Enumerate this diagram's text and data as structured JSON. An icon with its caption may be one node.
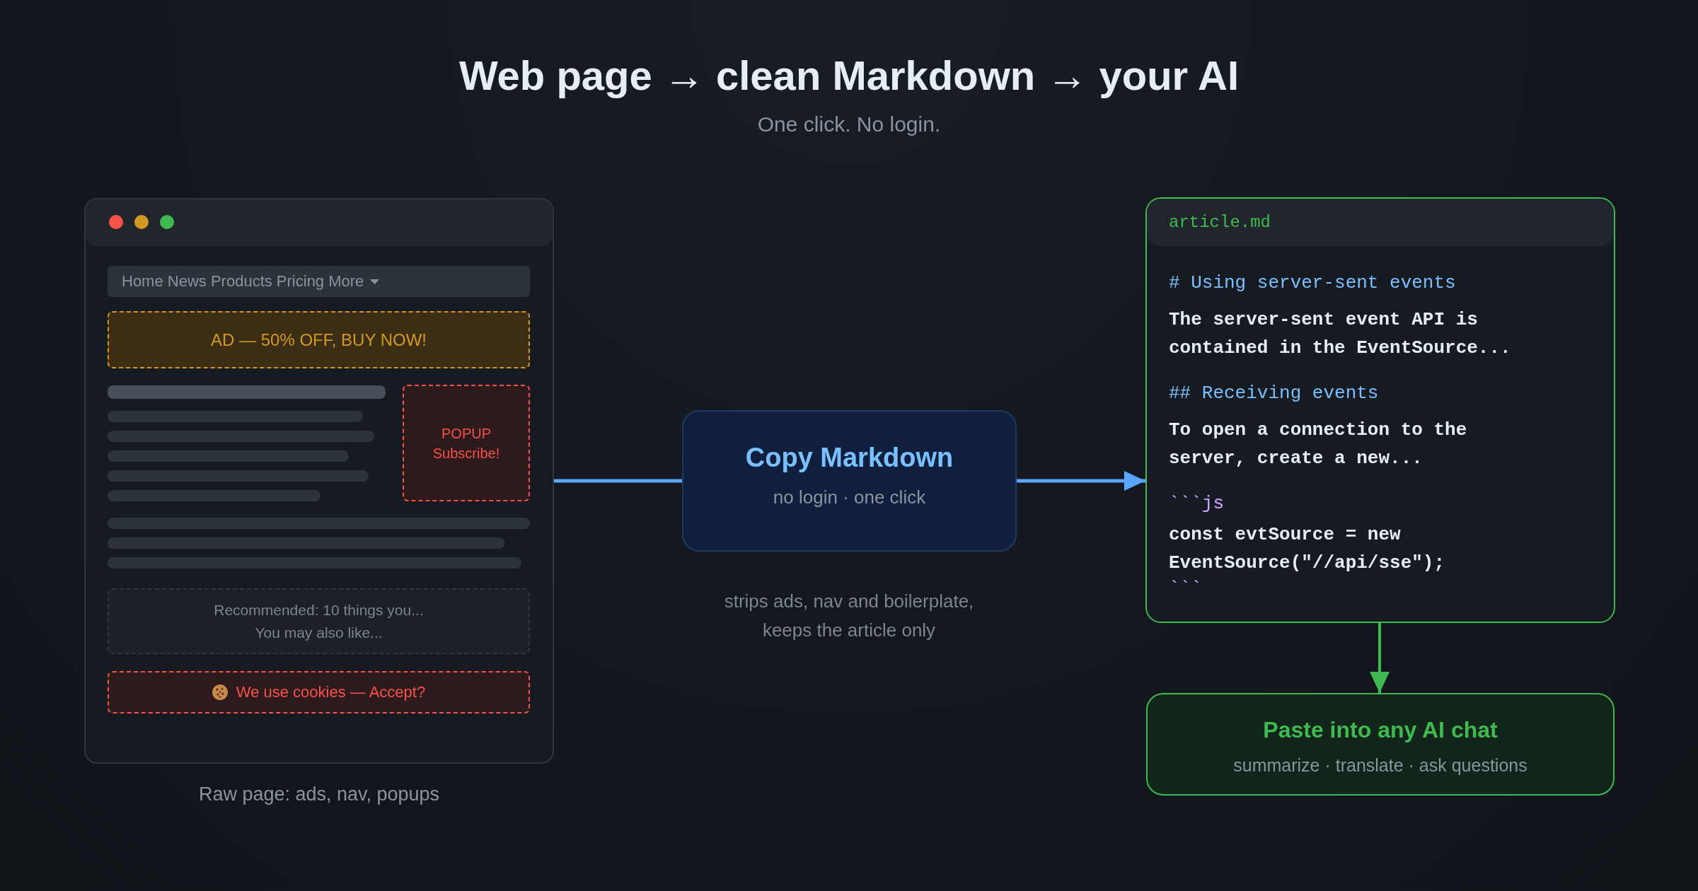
{
  "diagram": {
    "title": "Web page → clean Markdown → your AI",
    "nodes": [
      {
        "text": [],
        "shape": "box",
        "beside": [
          "Raw page: ads, nav, popups"
        ]
      },
      {
        "text": [
          "Home News Products Pricing More"
        ],
        "in": 0
      },
      {
        "text": [
          "AD — 50% OFF, BUY NOW!"
        ],
        "in": 0
      },
      {
        "text": [
          "POPUP",
          "Subscribe!"
        ],
        "in": 0
      },
      {
        "text": [
          "Recommended: 10 things you...",
          "You may also like..."
        ],
        "in": 0
      },
      {
        "text": [
          "We use cookies — Accept?"
        ],
        "in": 0
      },
      {
        "text": [
          "Copy Markdown",
          "no login · one click"
        ],
        "beside": [
          "strips ads, nav and boilerplate, keeps the article only"
        ]
      },
      {
        "text": [
          "article.md",
          "# Using server-sent events",
          "The server-sent event API is contained in the EventSource...",
          "## Receiving events",
          "To open a connection to the server, create a new...",
          "```js",
          "const evtSource = new EventSource(\"//api/sse\");",
          "```"
        ]
      },
      {
        "text": [
          "Paste into any AI chat",
          "summarize · translate · ask questions"
        ]
      }
    ],
    "edges": [
      {
        "from": 0,
        "to": 6,
        "arrow": "none"
      },
      {
        "from": 6,
        "to": 7,
        "arrow": "to"
      },
      {
        "from": 7,
        "to": 8,
        "arrow": "to",
        "color": "#3fb950"
      }
    ],
    "labels": [
      "One click. No login."
    ]
  }
}
